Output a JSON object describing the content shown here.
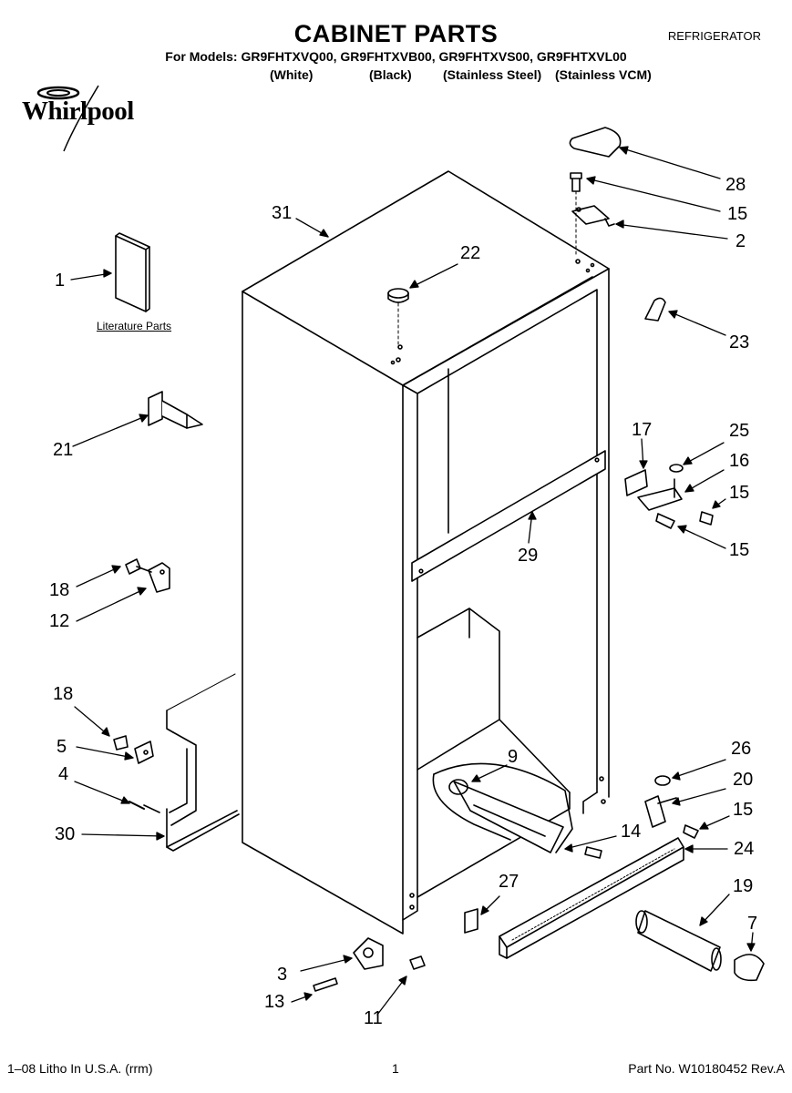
{
  "header": {
    "title": "CABINET PARTS",
    "category": "REFRIGERATOR",
    "models_line": "For Models: GR9FHTXVQ00, GR9FHTXVB00, GR9FHTXVS00, GR9FHTXVL00",
    "colors": [
      "(White)",
      "(Black)",
      "(Stainless Steel)",
      "(Stainless VCM)"
    ]
  },
  "brand": {
    "name": "Whirlpool",
    "logo_icon": "whirlpool-swirl-icon"
  },
  "literature": {
    "label": "Literature Parts"
  },
  "callouts": {
    "c1": "1",
    "c2": "2",
    "c3": "3",
    "c4": "4",
    "c5": "5",
    "c7": "7",
    "c9": "9",
    "c11": "11",
    "c12": "12",
    "c13": "13",
    "c14": "14",
    "c15a": "15",
    "c15b": "15",
    "c15c": "15",
    "c15d": "15",
    "c16": "16",
    "c17": "17",
    "c18a": "18",
    "c18b": "18",
    "c19": "19",
    "c20": "20",
    "c21": "21",
    "c22": "22",
    "c23": "23",
    "c24": "24",
    "c25": "25",
    "c26": "26",
    "c27": "27",
    "c28": "28",
    "c29": "29",
    "c30": "30",
    "c31": "31"
  },
  "footer": {
    "left": "1–08 Litho In U.S.A. (rrm)",
    "page": "1",
    "part_no": "Part No. W10180452 Rev.A"
  }
}
